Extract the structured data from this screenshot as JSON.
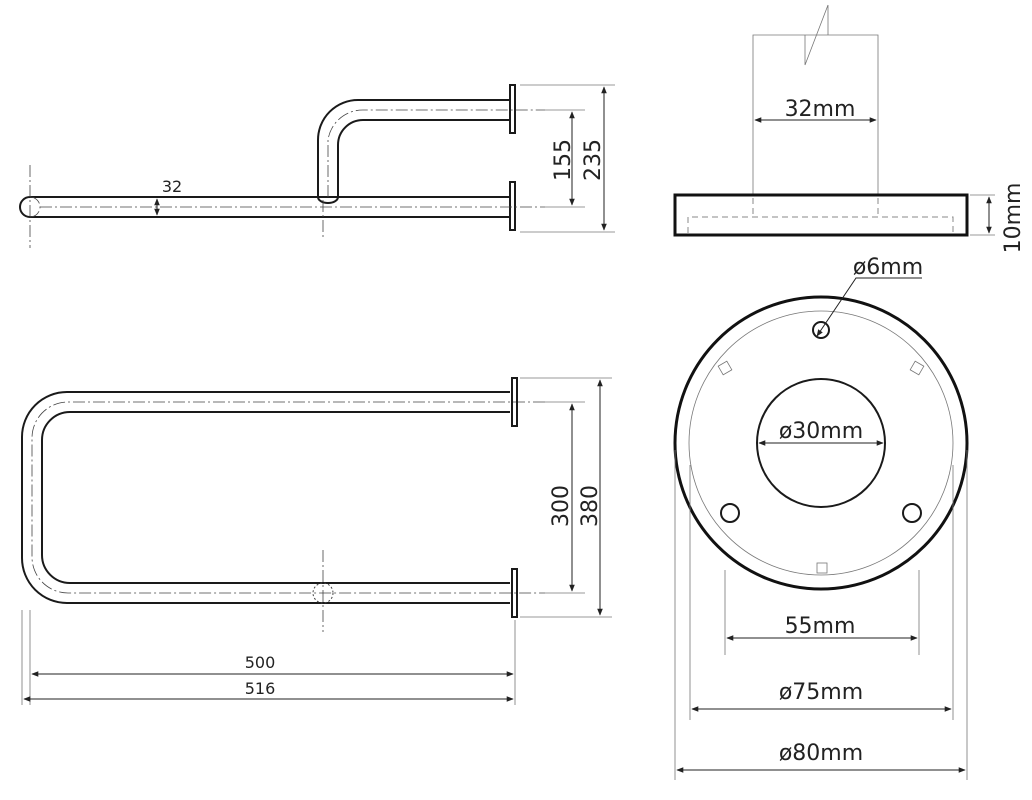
{
  "side_view": {
    "tube_diameter": "32",
    "height_inner": "155",
    "height_outer": "235"
  },
  "top_view": {
    "depth_inner": "300",
    "depth_outer": "380",
    "length_inner": "500",
    "length_outer": "516"
  },
  "flange_side": {
    "tube_width": "32mm",
    "plate_thickness": "10mm"
  },
  "flange_front": {
    "screw_hole": "ø6mm",
    "center_hole": "ø30mm",
    "hole_spacing": "55mm",
    "inner_diameter": "ø75mm",
    "outer_diameter": "ø80mm"
  }
}
